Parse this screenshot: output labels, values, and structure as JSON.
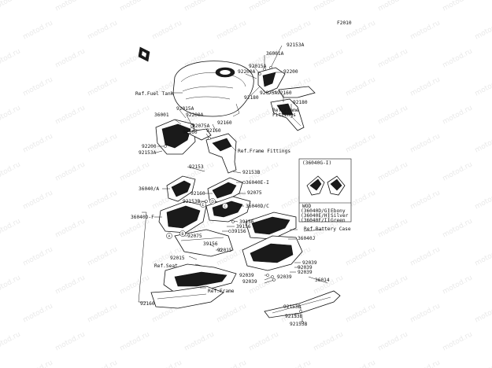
{
  "diagram": {
    "code": "F2010",
    "watermark": "motod.ru",
    "legend": {
      "top_label": "(36040G-I)",
      "heading": "WOD",
      "rows": [
        {
          "part": "(36040D/G)",
          "color": "Ebony"
        },
        {
          "part": "(36040E/H)",
          "color": "Silver"
        },
        {
          "part": "(36040F/I)",
          "color": "Green"
        }
      ]
    },
    "labels": [
      {
        "text": "92153A"
      },
      {
        "text": "36001A"
      },
      {
        "text": "92015A"
      },
      {
        "text": "92200A"
      },
      {
        "text": "92200"
      },
      {
        "text": "Ref.Fuel Tank"
      },
      {
        "text": "92180"
      },
      {
        "text": "92075A"
      },
      {
        "text": "92160"
      },
      {
        "text": "92180"
      },
      {
        "text": "Ref.Frame"
      },
      {
        "text": "Fittings"
      },
      {
        "text": "92015A"
      },
      {
        "text": "36001"
      },
      {
        "text": "92200A"
      },
      {
        "text": "92075A"
      },
      {
        "text": "92160"
      },
      {
        "text": "92160"
      },
      {
        "text": "92160"
      },
      {
        "text": "Ref.Frame Fittings"
      },
      {
        "text": "92200"
      },
      {
        "text": "92153A"
      },
      {
        "text": "92153"
      },
      {
        "text": "92153B"
      },
      {
        "text": "36040E-I"
      },
      {
        "text": "36040/A"
      },
      {
        "text": "92160"
      },
      {
        "text": "92075"
      },
      {
        "text": "92153B"
      },
      {
        "text": "36040D/C"
      },
      {
        "text": "36040D-F"
      },
      {
        "text": "39156"
      },
      {
        "text": "39156"
      },
      {
        "text": "39156"
      },
      {
        "text": "92075"
      },
      {
        "text": "Ref.Battery Case"
      },
      {
        "text": "36040J"
      },
      {
        "text": "39156"
      },
      {
        "text": "92015"
      },
      {
        "text": "92015"
      },
      {
        "text": "92039"
      },
      {
        "text": "Ref.Seat"
      },
      {
        "text": "92039"
      },
      {
        "text": "92039"
      },
      {
        "text": "92039"
      },
      {
        "text": "92039"
      },
      {
        "text": "92039"
      },
      {
        "text": "36014"
      },
      {
        "text": "Ref.Frame"
      },
      {
        "text": "92160"
      },
      {
        "text": "92153B"
      },
      {
        "text": "92153B"
      },
      {
        "text": "92153B"
      }
    ],
    "callouts": [
      "A",
      "B",
      "C",
      "D",
      "E"
    ]
  }
}
